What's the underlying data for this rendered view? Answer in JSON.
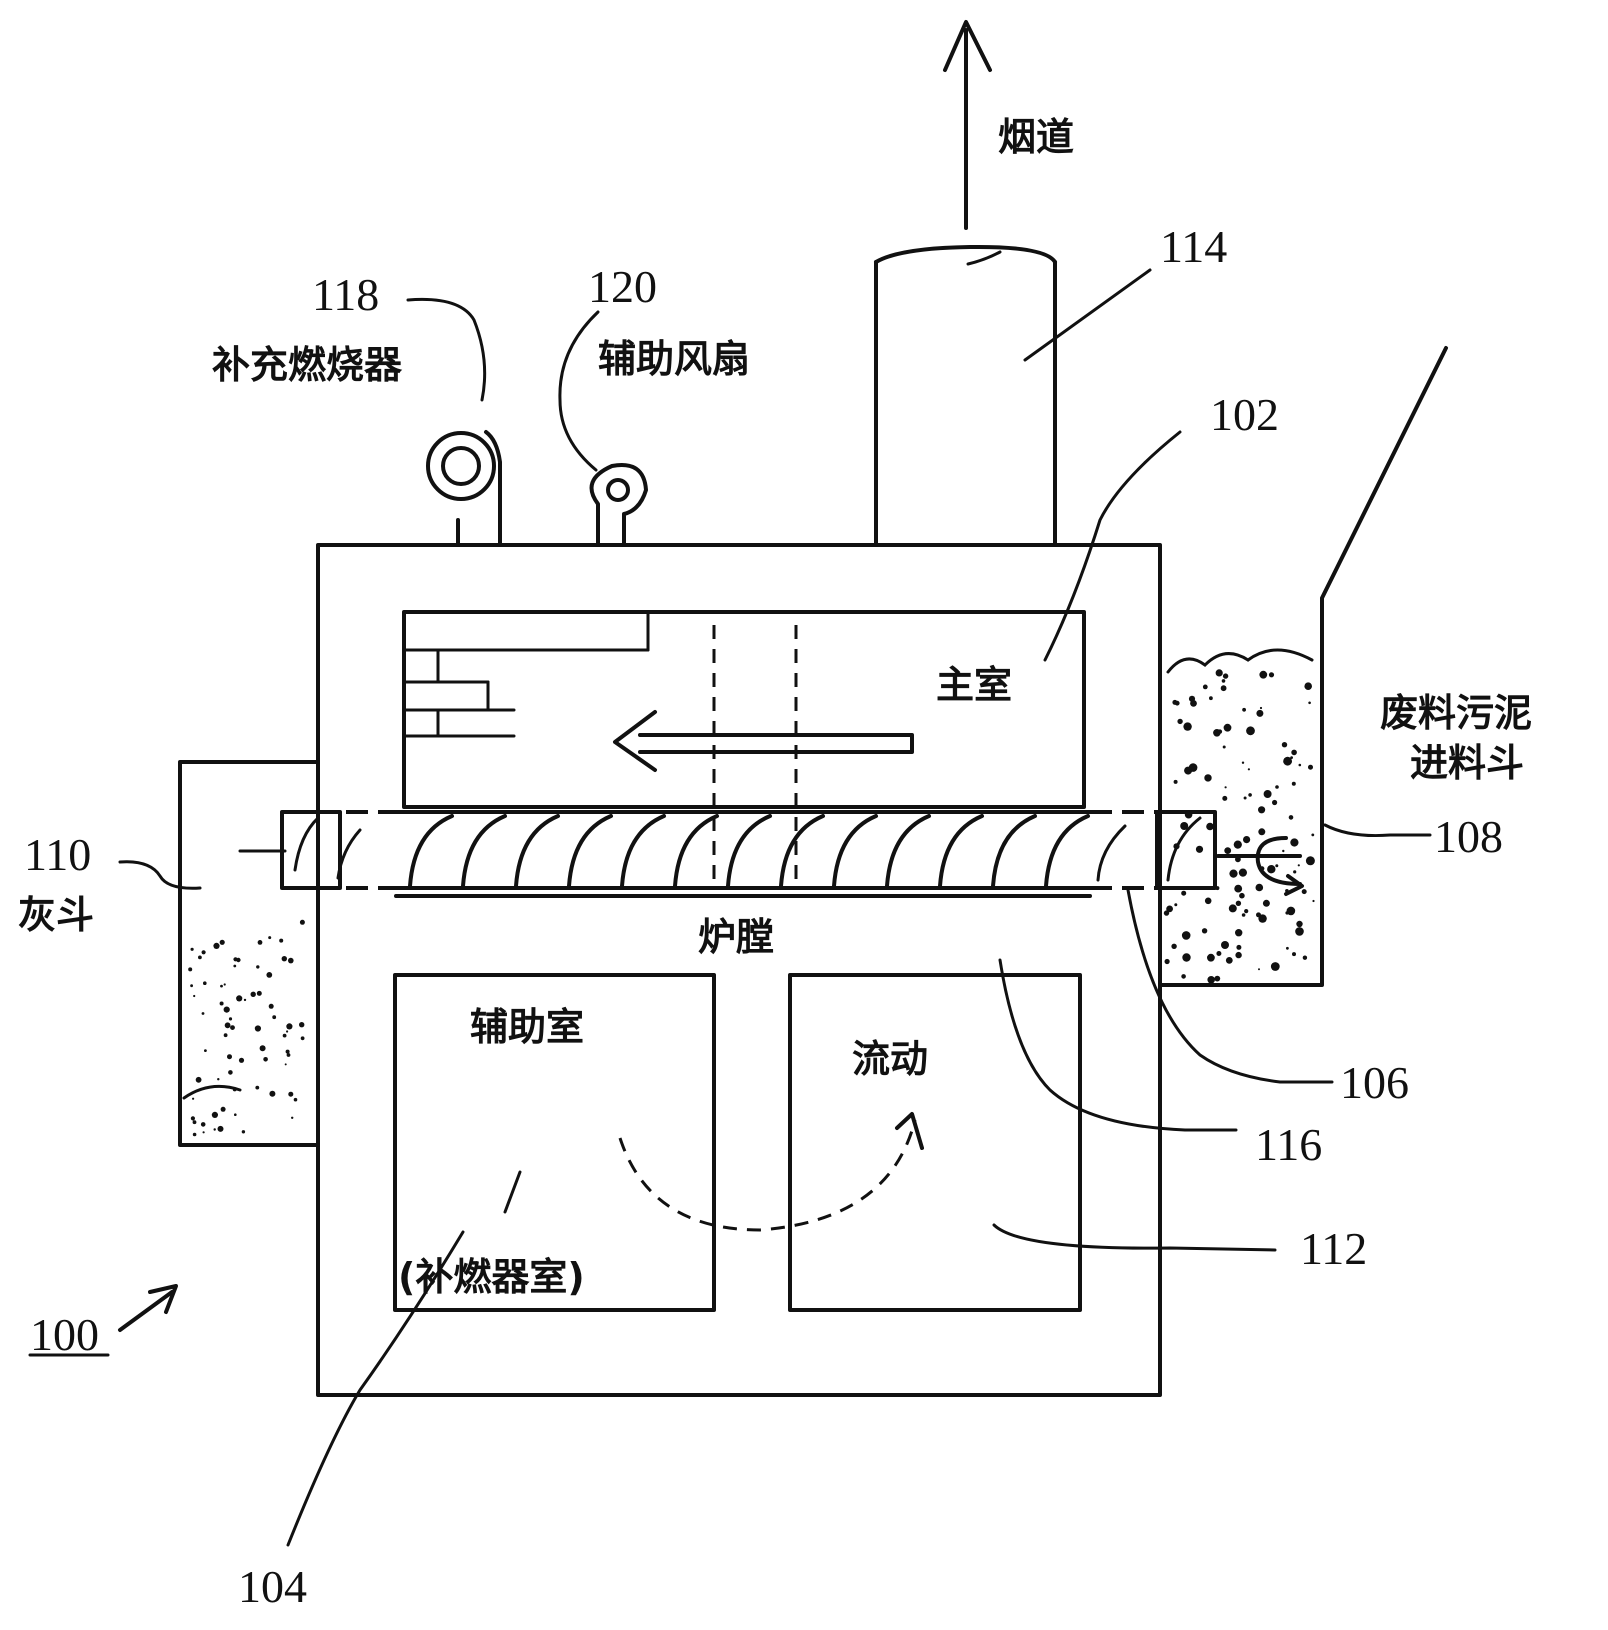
{
  "labels": {
    "flue": "烟道",
    "ref_114": "114",
    "ref_118": "118",
    "burner": "补充燃烧器",
    "ref_120": "120",
    "fan": "辅助风扇",
    "ref_102": "102",
    "main_chamber": "主室",
    "feed_hopper_line1": "废料污泥",
    "feed_hopper_line2": "进料斗",
    "ref_108": "108",
    "ref_110": "110",
    "ash_hopper": "灰斗",
    "hearth": "炉膛",
    "aux_chamber": "辅助室",
    "flow": "流动",
    "burner_chamber": "(补燃器室)",
    "ref_106": "106",
    "ref_116": "116",
    "ref_112": "112",
    "ref_100": "100",
    "ref_104": "104"
  }
}
